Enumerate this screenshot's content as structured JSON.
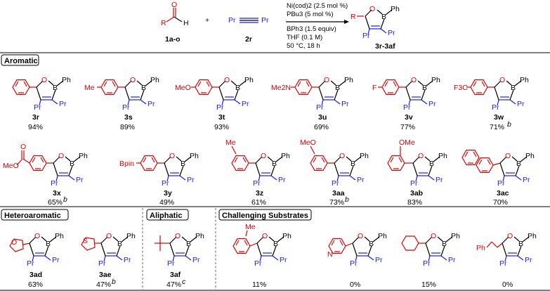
{
  "reaction": {
    "reactant1_label": "1a-o",
    "reactant2_label": "2r",
    "reactant2_substituent": "Pr",
    "plus": "+",
    "aldehyde_R": "R",
    "aldehyde_O": "O",
    "aldehyde_H": "H",
    "conditions": [
      "Ni(cod)2 (2.5 mol %)",
      "PBu3 (5 mol %)",
      "BPh3 (1.5 equiv)",
      "THF (0.1 M)",
      "50 °C, 18 h"
    ],
    "product_label": "3r-3af",
    "product_R": "R"
  },
  "ring_atoms": {
    "O": "O",
    "B": "B",
    "Ph": "Ph",
    "Pr": "Pr"
  },
  "sections": {
    "aromatic": "Aromatic",
    "heteroaromatic": "Heteroaromatic",
    "aliphatic": "Aliphatic",
    "challenging": "Challenging Substrates"
  },
  "row1": [
    {
      "label": "3r",
      "yield": "94%",
      "note": "",
      "sub": ""
    },
    {
      "label": "3s",
      "yield": "89%",
      "note": "",
      "sub": "Me"
    },
    {
      "label": "3t",
      "yield": "93%",
      "note": "",
      "sub": "MeO"
    },
    {
      "label": "3u",
      "yield": "69%",
      "note": "",
      "sub": "Me2N"
    },
    {
      "label": "3v",
      "yield": "77%",
      "note": "",
      "sub": "F"
    },
    {
      "label": "3w",
      "yield": "71%",
      "note": "b",
      "sub": "F3C"
    }
  ],
  "row2": [
    {
      "label": "3x",
      "yield": "65%",
      "note": "b",
      "sub": "MeO",
      "sub2": "O"
    },
    {
      "label": "3y",
      "yield": "49%",
      "note": "",
      "sub": "Bpin"
    },
    {
      "label": "3z",
      "yield": "61%",
      "note": "",
      "sub": "Me"
    },
    {
      "label": "3aa",
      "yield": "73%",
      "note": "b",
      "sub": "MeO"
    },
    {
      "label": "3ab",
      "yield": "83%",
      "note": "",
      "sub": "OMe"
    },
    {
      "label": "3ac",
      "yield": "70%",
      "note": "",
      "sub": ""
    }
  ],
  "row3": [
    {
      "label": "3ad",
      "yield": "63%",
      "note": "",
      "sub": "O"
    },
    {
      "label": "3ae",
      "yield": "47%",
      "note": "b",
      "sub": "S"
    },
    {
      "label": "3af",
      "yield": "47%",
      "note": "c",
      "sub": ""
    },
    {
      "label": "",
      "yield": "11%",
      "note": "",
      "sub": "Me"
    },
    {
      "label": "",
      "yield": "0%",
      "note": "",
      "sub": "N"
    },
    {
      "label": "",
      "yield": "15%",
      "note": "",
      "sub": ""
    },
    {
      "label": "",
      "yield": "0%",
      "note": "",
      "sub": "Ph"
    }
  ]
}
